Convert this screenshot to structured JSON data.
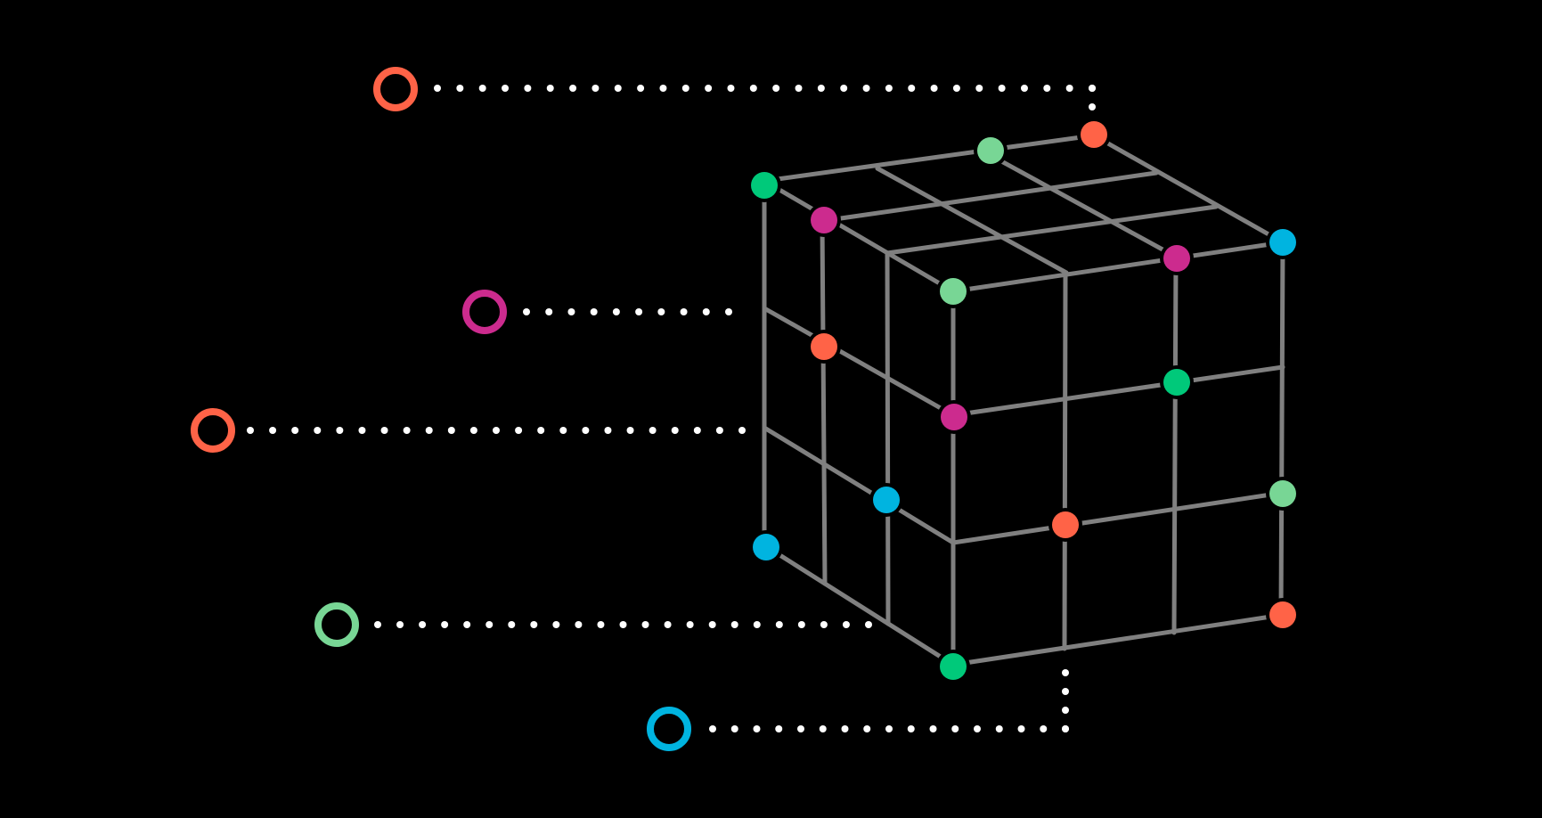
{
  "colors": {
    "background": "#000000",
    "grid": "#808080",
    "leader": "#ffffff",
    "orange": "#ff6347",
    "magenta": "#cc2b8e",
    "green": "#00c97a",
    "light_green": "#78d695",
    "blue": "#00b4e0"
  },
  "legend_markers": [
    {
      "name": "legend-marker-orange-top",
      "color": "orange"
    },
    {
      "name": "legend-marker-magenta",
      "color": "magenta"
    },
    {
      "name": "legend-marker-orange-middle",
      "color": "orange"
    },
    {
      "name": "legend-marker-light-green",
      "color": "light_green"
    },
    {
      "name": "legend-marker-blue",
      "color": "blue"
    }
  ],
  "cube_nodes": [
    {
      "name": "node-top-back-left",
      "color": "green"
    },
    {
      "name": "node-top-back-mid",
      "color": "light_green"
    },
    {
      "name": "node-top-back-right",
      "color": "orange"
    },
    {
      "name": "node-top-mid-left",
      "color": "magenta"
    },
    {
      "name": "node-top-front-right",
      "color": "blue"
    },
    {
      "name": "node-top-mid-right",
      "color": "magenta"
    },
    {
      "name": "node-top-front-left",
      "color": "light_green"
    },
    {
      "name": "node-left-mid-1",
      "color": "orange"
    },
    {
      "name": "node-front-mid-left",
      "color": "magenta"
    },
    {
      "name": "node-front-mid-right",
      "color": "green"
    },
    {
      "name": "node-left-lower-inner",
      "color": "blue"
    },
    {
      "name": "node-left-bottom-back",
      "color": "blue"
    },
    {
      "name": "node-front-lower-center",
      "color": "orange"
    },
    {
      "name": "node-right-lower",
      "color": "light_green"
    },
    {
      "name": "node-right-bottom",
      "color": "orange"
    },
    {
      "name": "node-bottom-front",
      "color": "green"
    }
  ]
}
